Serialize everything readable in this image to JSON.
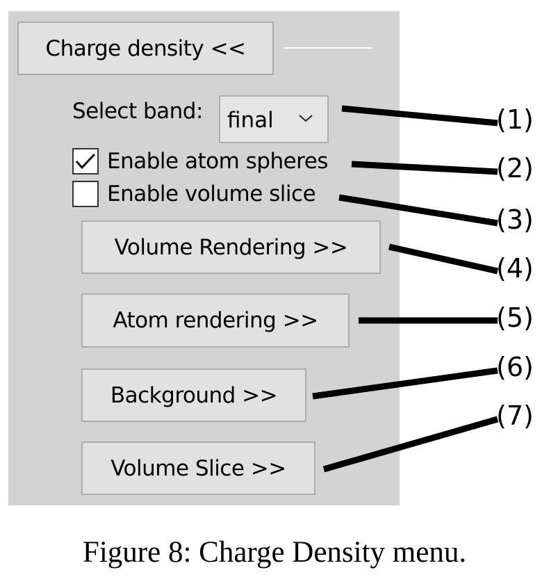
{
  "panel": {
    "toggle_button": "Charge density <<",
    "select_band_label": "Select band:",
    "select_band_value": "final",
    "checkbox_atom_spheres": {
      "label": "Enable atom spheres",
      "checked": true
    },
    "checkbox_volume_slice": {
      "label": "Enable volume slice",
      "checked": false
    },
    "buttons": {
      "volume_rendering": "Volume Rendering >>",
      "atom_rendering": "Atom rendering >>",
      "background": "Background >>",
      "volume_slice": "Volume Slice >>"
    }
  },
  "callouts": [
    "(1)",
    "(2)",
    "(3)",
    "(4)",
    "(5)",
    "(6)",
    "(7)"
  ],
  "caption": "Figure 8: Charge Density menu.",
  "colors": {
    "panel_bg": "#d3d3d3",
    "button_bg": "#e1e1e1",
    "button_border": "#adadad"
  }
}
